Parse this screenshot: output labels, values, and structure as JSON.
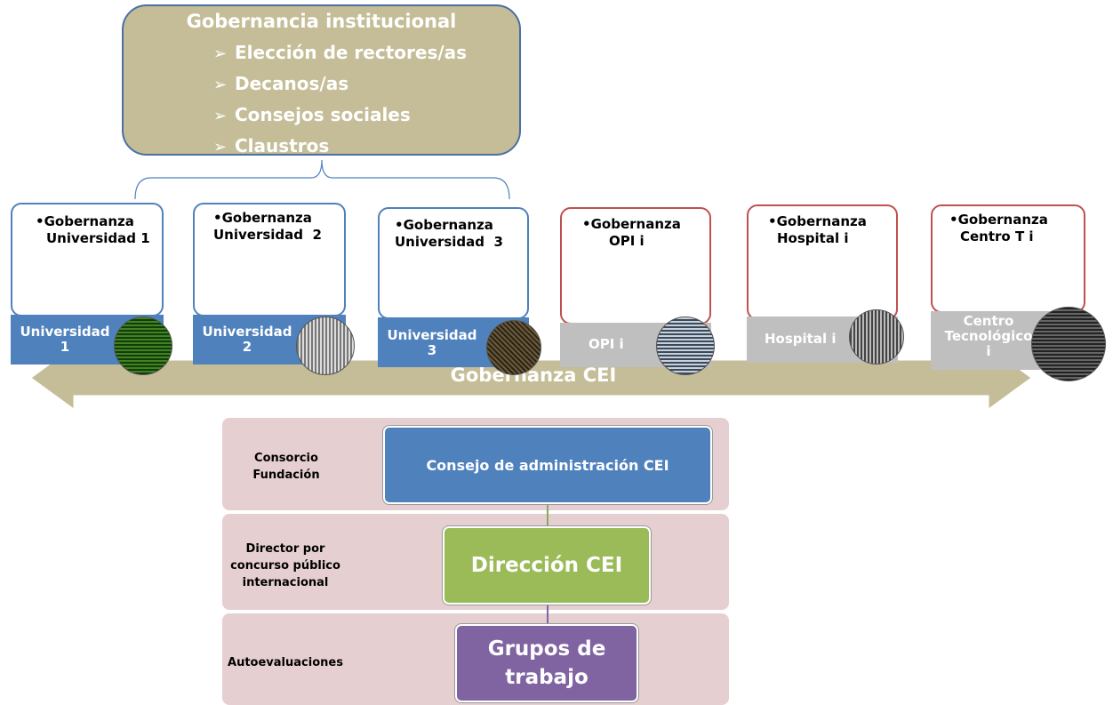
{
  "institutional": {
    "title": "Gobernancia institucional",
    "items": [
      "Elección de rectores/as",
      "Decanos/as",
      "Consejos sociales",
      "Claustros"
    ]
  },
  "cards": [
    {
      "line1": "•Gobernanza",
      "line2": "Universidad 1",
      "bar_line1": "Universidad",
      "bar_line2": "1"
    },
    {
      "line1": "•Gobernanza",
      "line2": "Universidad  2",
      "bar_line1": "Universidad",
      "bar_line2": "2"
    },
    {
      "line1": "•Gobernanza",
      "line2": "Universidad  3",
      "bar_line1": "Universidad",
      "bar_line2": "3"
    },
    {
      "line1": "•Gobernanza",
      "line2": "OPI i",
      "bar_line1": "OPI i",
      "bar_line2": ""
    },
    {
      "line1": "•Gobernanza",
      "line2": "Hospital i",
      "bar_line1": "Hospital i",
      "bar_line2": ""
    },
    {
      "line1": "•Gobernanza",
      "line2": "Centro T i",
      "bar_line1": "Centro",
      "bar_line2": "Tecnológico",
      "bar_line3": "i"
    }
  ],
  "cei_arrow": {
    "label": "Gobernanza CEI"
  },
  "panels": [
    {
      "label_line1": "Consorcio",
      "label_line2": "Fundación",
      "node": "Consejo de administración CEI"
    },
    {
      "label_line1": "Director por",
      "label_line2": "concurso público",
      "label_line3": "internacional",
      "node": "Dirección  CEI"
    },
    {
      "label_line1": "Autoevaluaciones",
      "node_line1": "Grupos de",
      "node_line2": "trabajo"
    }
  ],
  "colors": {
    "tan": "#c4bd97",
    "blue": "#4f81bd",
    "red": "#c0504d",
    "grey": "#bfbfbf",
    "green": "#9bbb59",
    "purple": "#8064a2",
    "panel": "#e6cfd0"
  }
}
